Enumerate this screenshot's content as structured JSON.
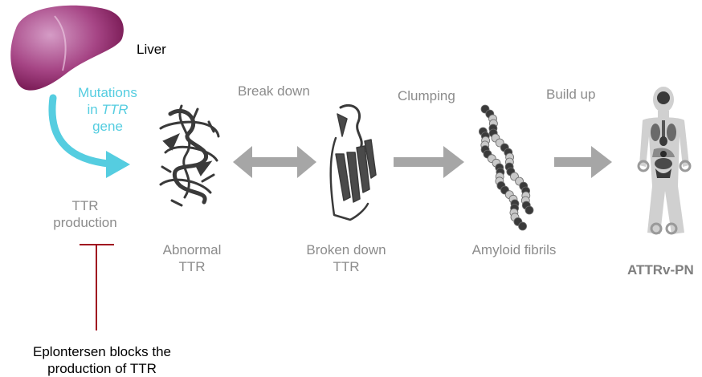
{
  "labels": {
    "liver": "Liver",
    "mutations": "Mutations",
    "in": "in",
    "ttr_italic": "TTR",
    "gene": "gene",
    "ttr_production_line1": "TTR",
    "ttr_production_line2": "production",
    "break_down": "Break down",
    "clumping": "Clumping",
    "build_up": "Build up",
    "abnormal_line1": "Abnormal",
    "abnormal_line2": "TTR",
    "broken_line1": "Broken down",
    "broken_line2": "TTR",
    "amyloid": "Amyloid fibrils",
    "attrv": "ATTRv-PN",
    "eplontersen_line1": "Eplontersen blocks the",
    "eplontersen_line2": "production of TTR"
  },
  "colors": {
    "liver": "#8b1a5c",
    "mutation_arrow": "#55cde0",
    "grey_arrow": "#a6a6a6",
    "inhibitor": "#a01020",
    "text_grey": "#8c8c8c",
    "text_dark": "#000000"
  },
  "icons": [
    "liver-icon",
    "mutation-arrow-icon",
    "abnormal-ttr-icon",
    "broken-ttr-icon",
    "amyloid-fibril-icon",
    "human-body-icon"
  ]
}
